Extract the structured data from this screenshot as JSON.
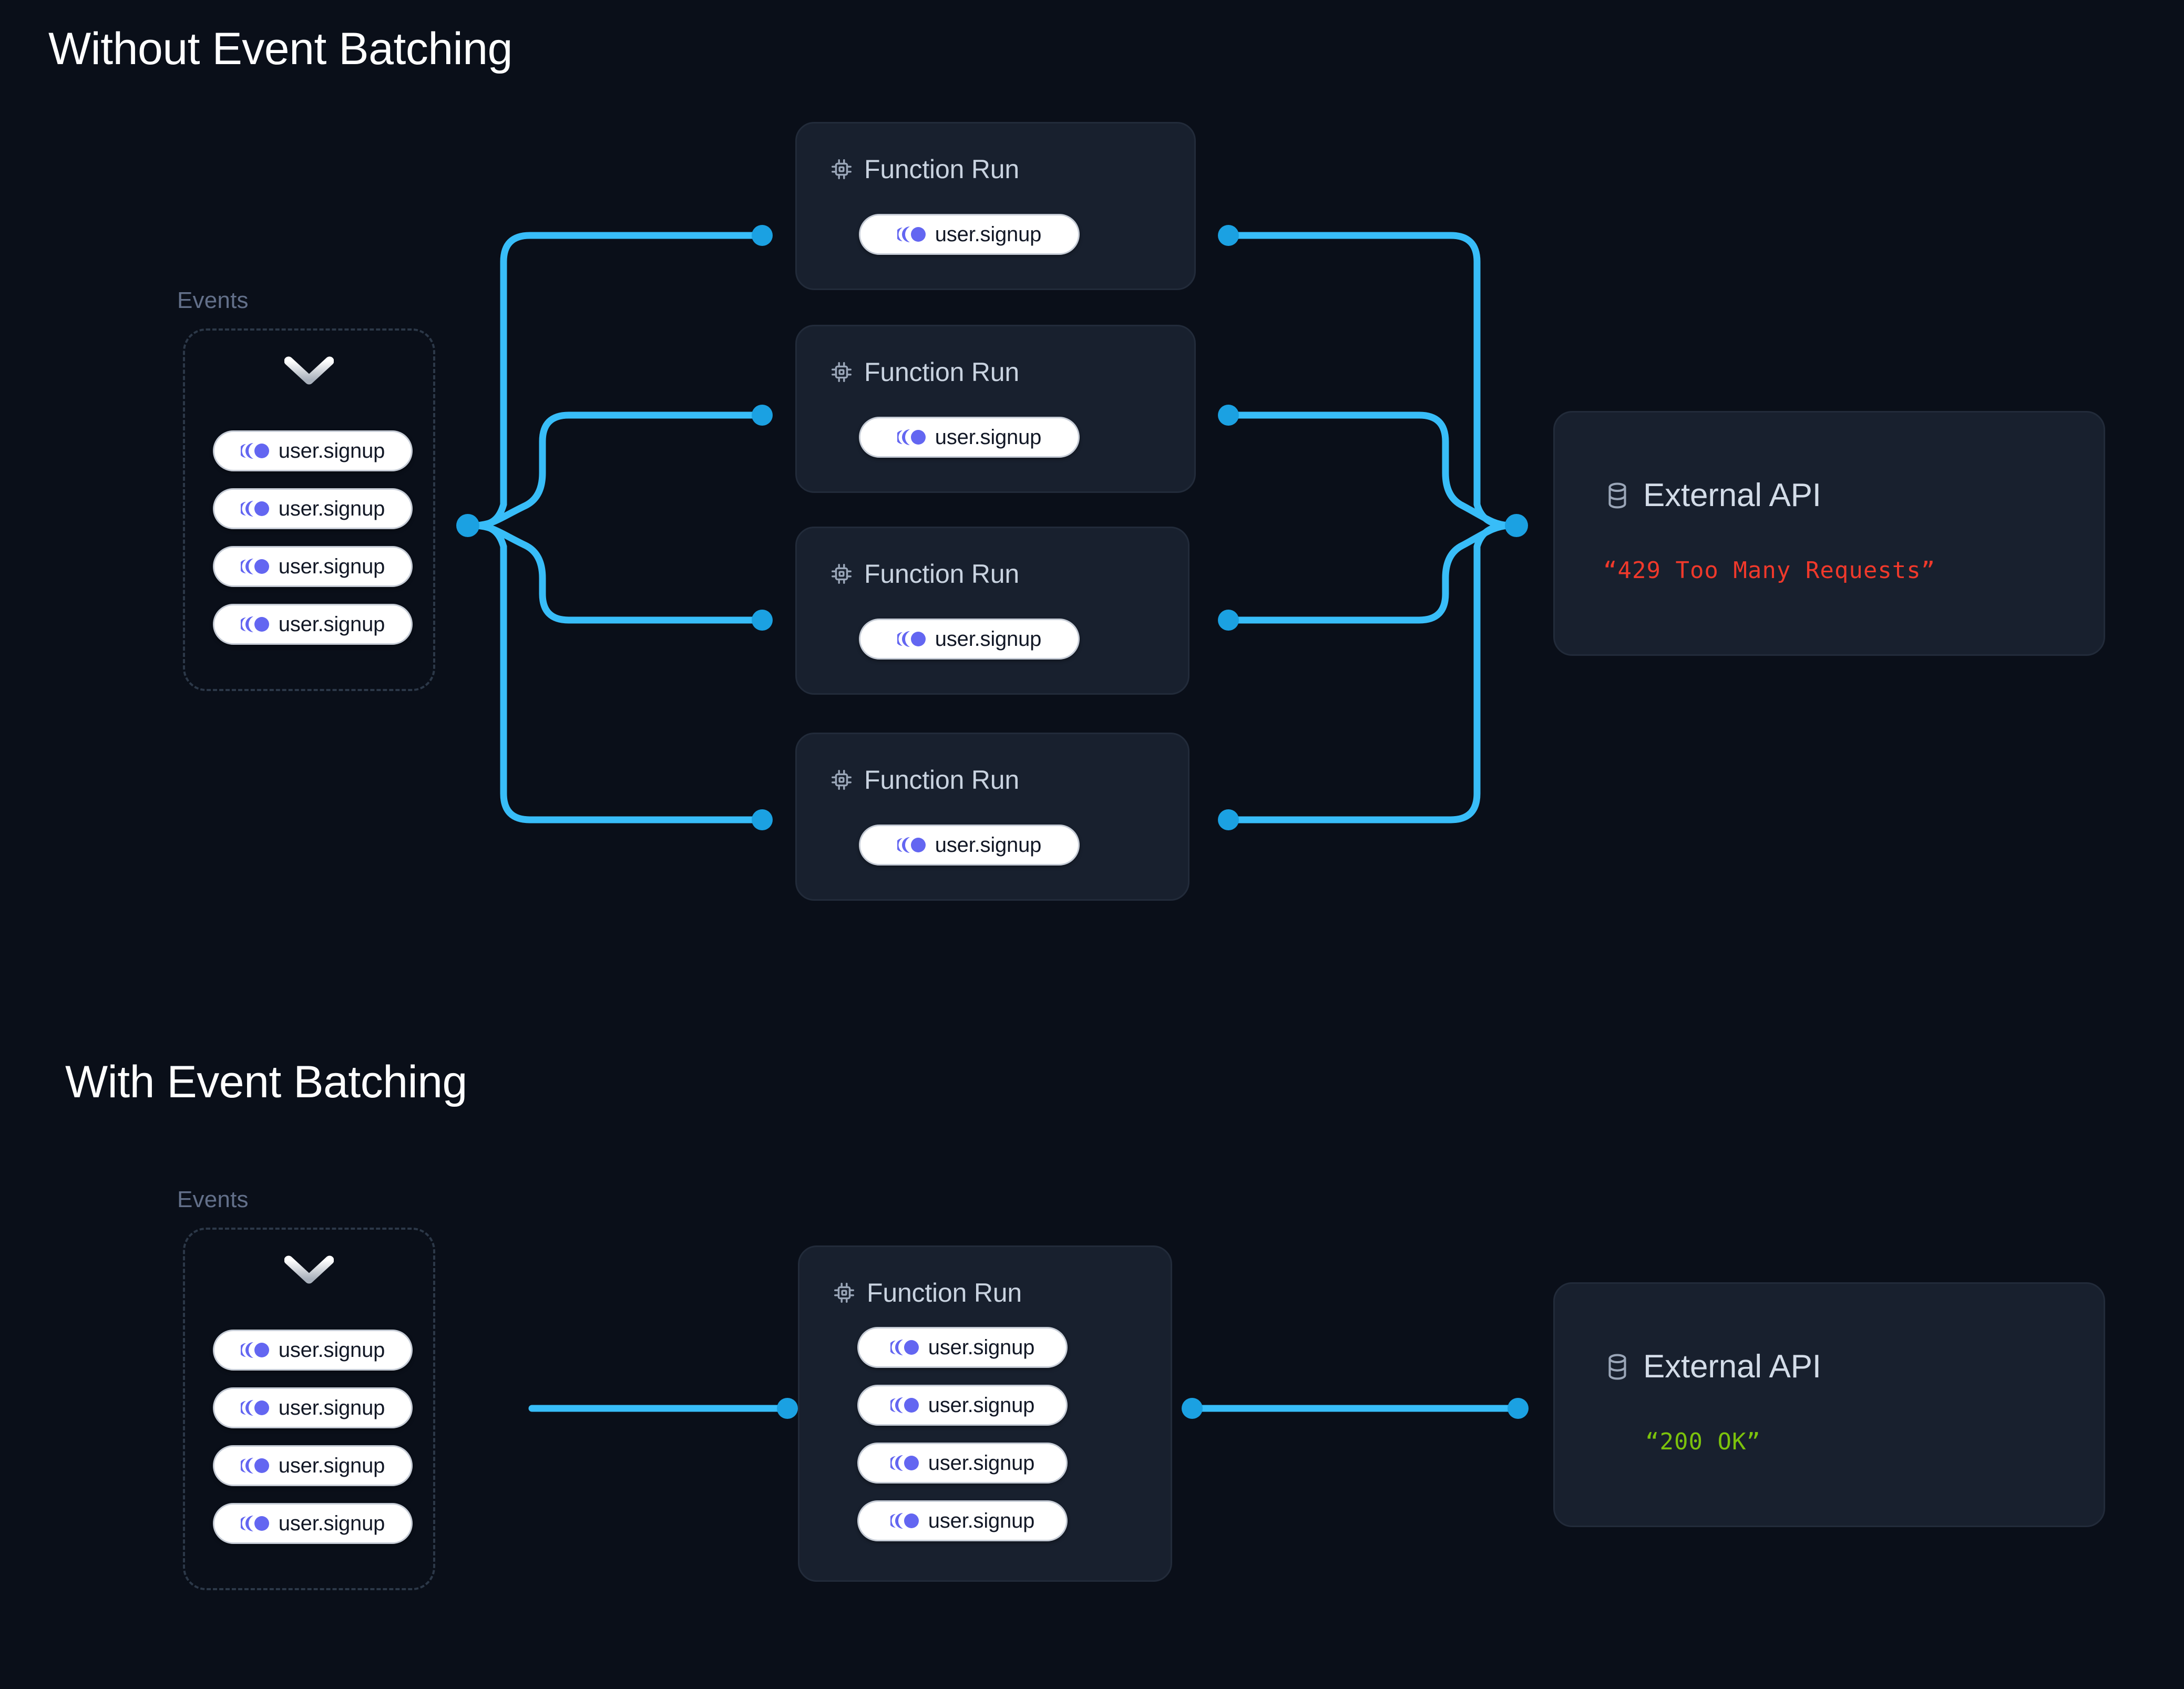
{
  "page": {
    "background": "#0a0f19",
    "accent_wire": "#38bdf8",
    "accent_node": "#1ba1e2",
    "event_icon_color": "#6366f1",
    "card_bg": "#18202e",
    "card_border": "#222b3a",
    "dashed_border": "#2c3848"
  },
  "sections": [
    {
      "id": "without",
      "title": "Without Event Batching",
      "events_group": {
        "caption": "Events",
        "chevron_icon": "chevron-down-icon",
        "events": [
          {
            "icon": "event-comet-icon",
            "label": "user.signup"
          },
          {
            "icon": "event-comet-icon",
            "label": "user.signup"
          },
          {
            "icon": "event-comet-icon",
            "label": "user.signup"
          },
          {
            "icon": "event-comet-icon",
            "label": "user.signup"
          }
        ]
      },
      "function_runs": [
        {
          "icon": "cpu-chip-icon",
          "title": "Function Run",
          "events": [
            {
              "icon": "event-comet-icon",
              "label": "user.signup"
            }
          ]
        },
        {
          "icon": "cpu-chip-icon",
          "title": "Function Run",
          "events": [
            {
              "icon": "event-comet-icon",
              "label": "user.signup"
            }
          ]
        },
        {
          "icon": "cpu-chip-icon",
          "title": "Function Run",
          "events": [
            {
              "icon": "event-comet-icon",
              "label": "user.signup"
            }
          ]
        },
        {
          "icon": "cpu-chip-icon",
          "title": "Function Run",
          "events": [
            {
              "icon": "event-comet-icon",
              "label": "user.signup"
            }
          ]
        }
      ],
      "external_api": {
        "icon": "database-icon",
        "title": "External API",
        "status": "“429 Too Many Requests”",
        "status_color": "#f0392b",
        "status_kind": "error"
      }
    },
    {
      "id": "with",
      "title": "With Event Batching",
      "events_group": {
        "caption": "Events",
        "chevron_icon": "chevron-down-icon",
        "events": [
          {
            "icon": "event-comet-icon",
            "label": "user.signup"
          },
          {
            "icon": "event-comet-icon",
            "label": "user.signup"
          },
          {
            "icon": "event-comet-icon",
            "label": "user.signup"
          },
          {
            "icon": "event-comet-icon",
            "label": "user.signup"
          }
        ]
      },
      "function_runs": [
        {
          "icon": "cpu-chip-icon",
          "title": "Function Run",
          "events": [
            {
              "icon": "event-comet-icon",
              "label": "user.signup"
            },
            {
              "icon": "event-comet-icon",
              "label": "user.signup"
            },
            {
              "icon": "event-comet-icon",
              "label": "user.signup"
            },
            {
              "icon": "event-comet-icon",
              "label": "user.signup"
            }
          ]
        }
      ],
      "external_api": {
        "icon": "database-icon",
        "title": "External API",
        "status": "“200 OK”",
        "status_color": "#7cc20c",
        "status_kind": "ok"
      }
    }
  ]
}
